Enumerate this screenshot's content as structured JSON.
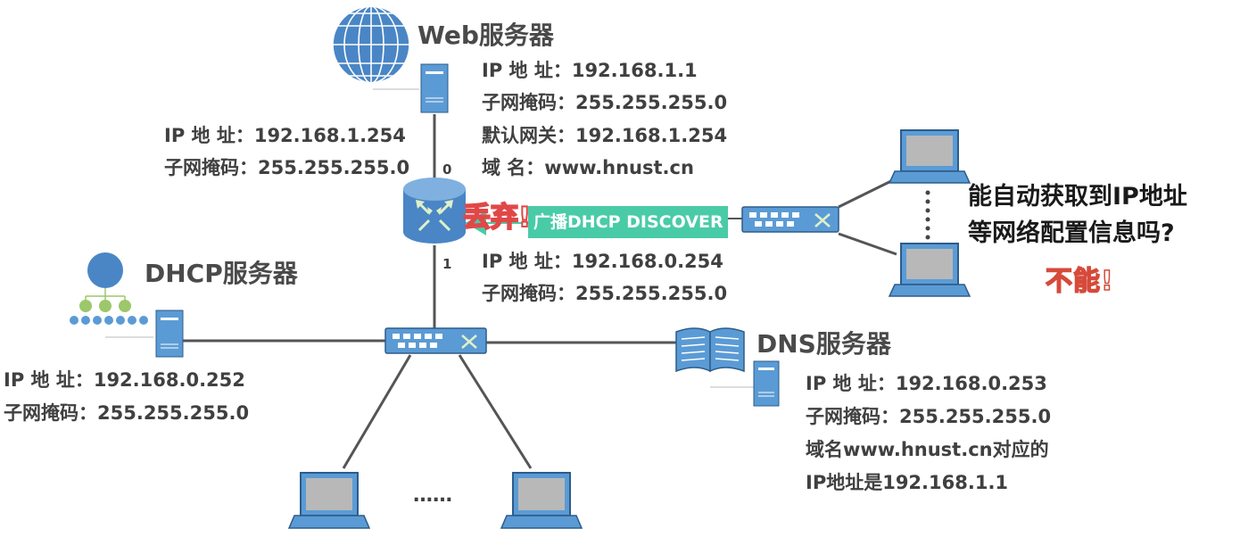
{
  "web_server": {
    "title": "Web服务器",
    "ip": "IP 地  址：192.168.1.1",
    "mask": "子网掩码：255.255.255.0",
    "gateway": "默认网关：192.168.1.254",
    "domain": "域      名：www.hnust.cn"
  },
  "router": {
    "port0_ip": "IP 地  址：192.168.1.254",
    "port0_mask": "子网掩码：255.255.255.0",
    "port0_label": "0",
    "port1_label": "1",
    "port1_ip": "IP 地  址：192.168.0.254",
    "port1_mask": "子网掩码：255.255.255.0",
    "discard_label": "丢弃!"
  },
  "broadcast": {
    "label": "广播DHCP DISCOVER",
    "color": "#49cba8"
  },
  "dhcp_server": {
    "title": "DHCP服务器",
    "ip": "IP 地  址：192.168.0.252",
    "mask": "子网掩码：255.255.255.0"
  },
  "dns_server": {
    "title": "DNS服务器",
    "ip": "IP 地  址：192.168.0.253",
    "mask": "子网掩码：255.255.255.0",
    "record_line1": "域名www.hnust.cn对应的",
    "record_line2": "IP地址是192.168.1.1"
  },
  "question_box": {
    "line1": "能自动获取到IP地址",
    "line2": "等网络配置信息吗?",
    "answer": "不能!",
    "color": "#f5c040"
  },
  "hosts_ellipsis": "……",
  "colors": {
    "device_blue": "#5b9bd5",
    "device_dark": "#2e5c8a",
    "link": "#555555"
  }
}
